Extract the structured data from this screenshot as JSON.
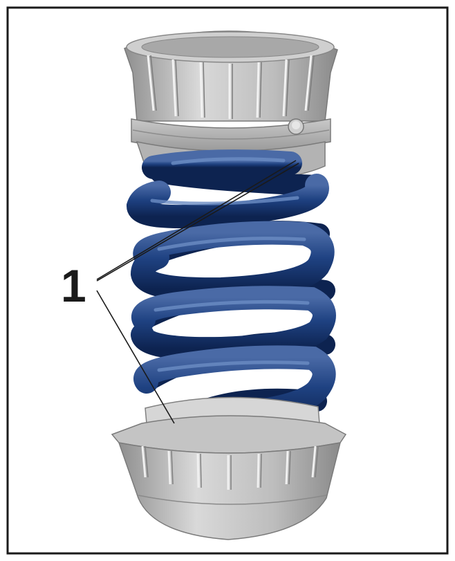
{
  "figure": {
    "callout_label": "1",
    "colors": {
      "frame": "#1a1a1a",
      "spring": "#1d3f7a",
      "spring_dark": "#0e2452",
      "spring_highlight": "#5a7bb3",
      "seat": "#b5b5b5",
      "seat_dark": "#8c8c8c",
      "seat_light": "#dcdcdc",
      "leader_line": "#1a1a1a"
    },
    "icons": [
      "upper-spring-seat",
      "coil-spring",
      "lower-spring-seat"
    ]
  }
}
